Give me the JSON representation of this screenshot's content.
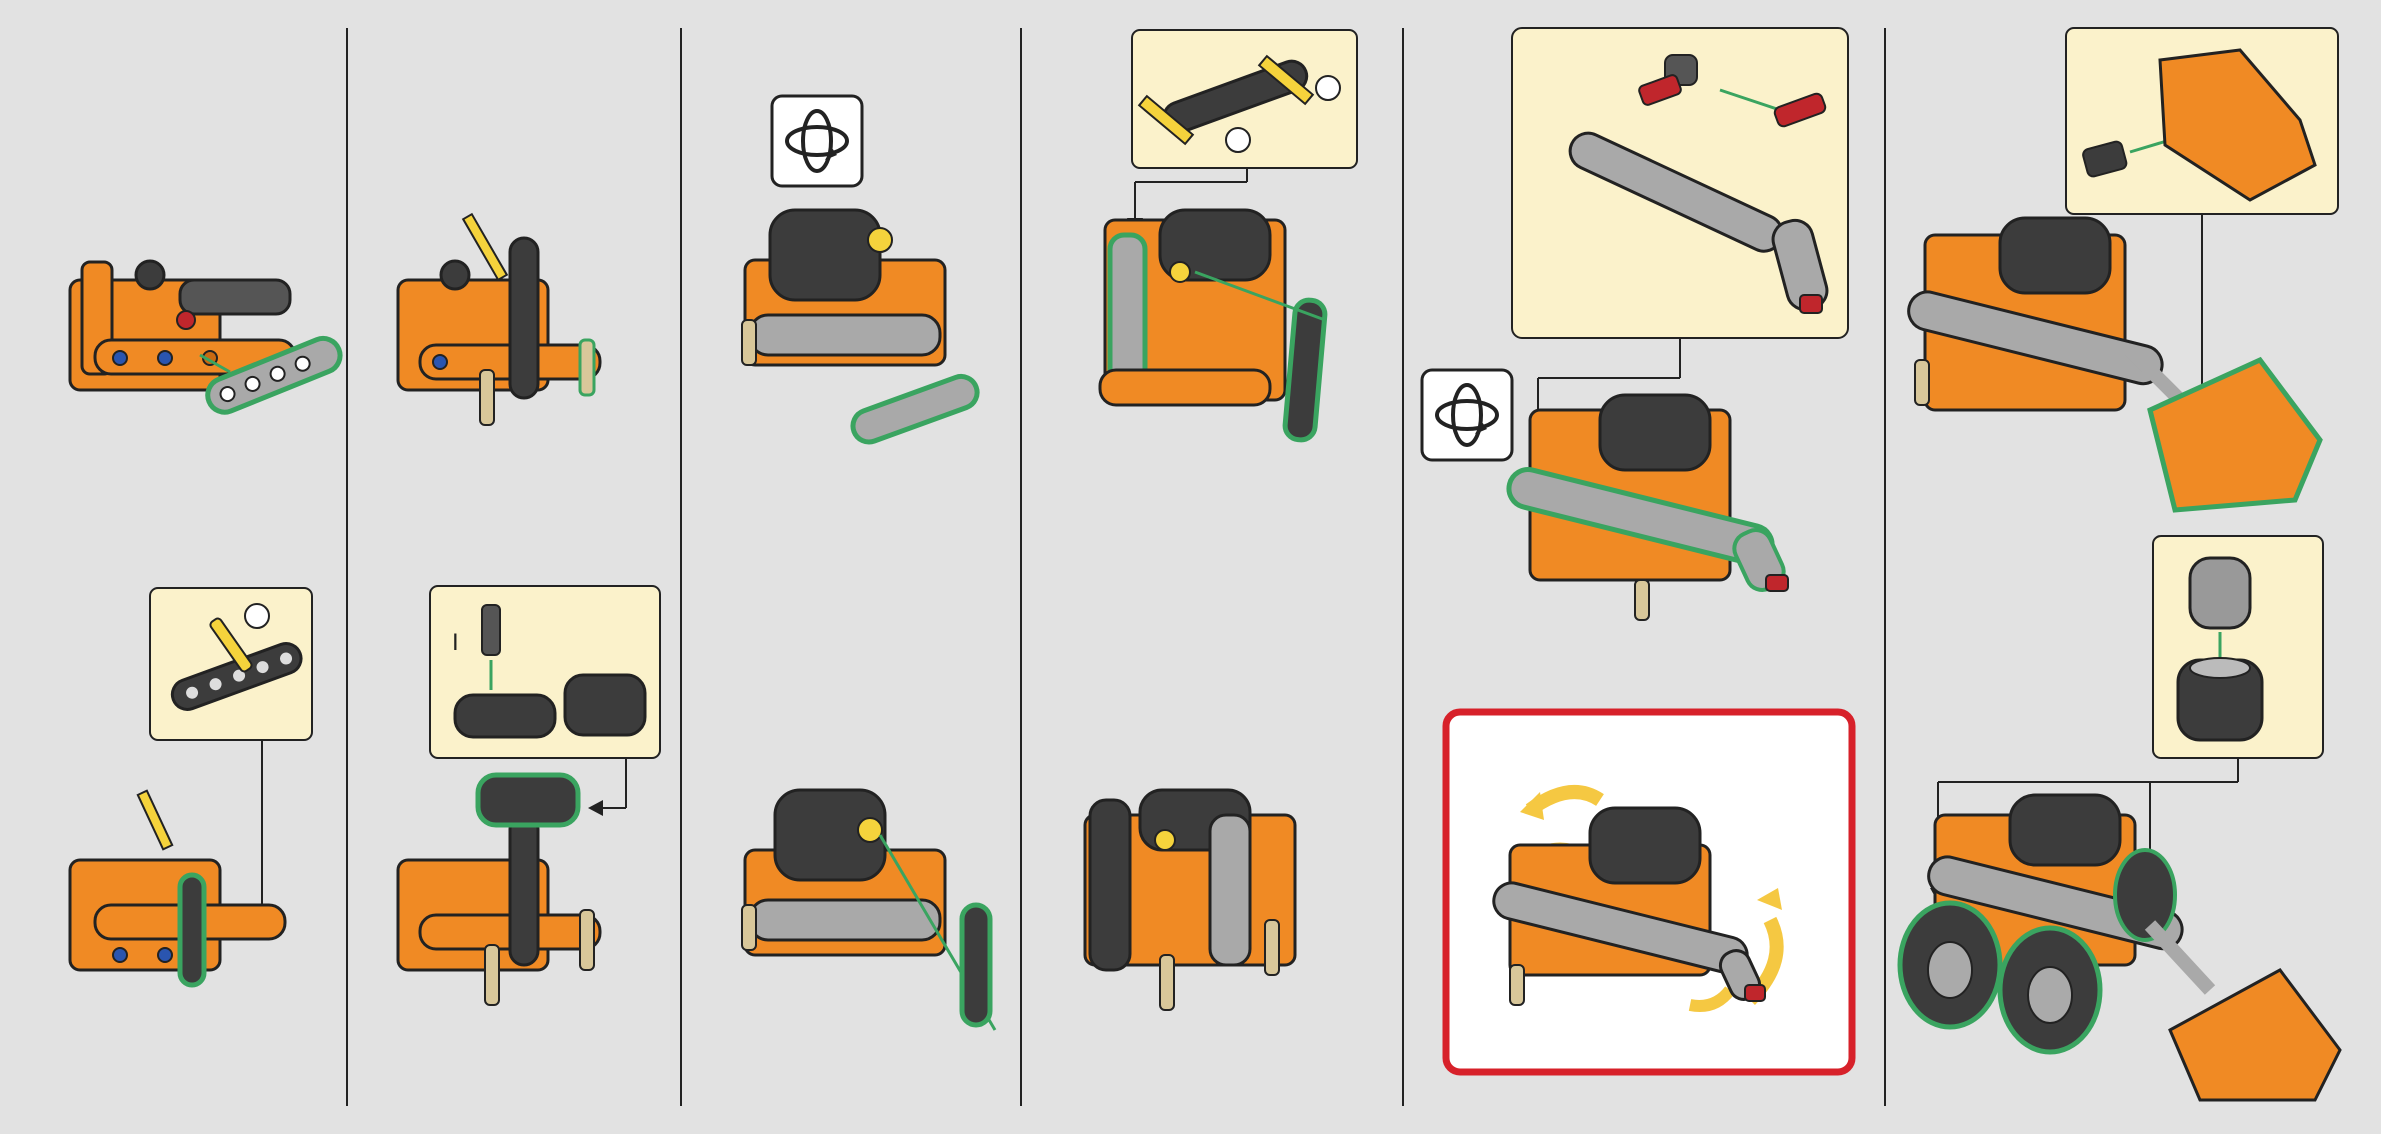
{
  "page": {
    "background": "#e2e2e2"
  },
  "colors": {
    "orange": "#f08a24",
    "orange_dark": "#c96a12",
    "dark_gray": "#3c3c3c",
    "light_gray": "#a9a9a9",
    "yellow": "#f5d33c",
    "tan": "#d8c79a",
    "red": "#c0262c",
    "blue": "#2a55b0",
    "green": "#3aa460",
    "callout_bg": "#fbf2cb",
    "alert_border": "#d7212a"
  },
  "callout_texts": {
    "pin_step": "I"
  },
  "steps": [
    {
      "id": "col1-top",
      "parts": [
        "orange-frame",
        "beam-5"
      ]
    },
    {
      "id": "col1-bottom",
      "parts": [
        "beam-5",
        "axle-yellow"
      ]
    },
    {
      "id": "col2-top",
      "parts": [
        "beam-7",
        "axle-yellow"
      ]
    },
    {
      "id": "col2-bottom",
      "parts": [
        "pin",
        "beam-3",
        "beam-3"
      ]
    },
    {
      "id": "col3-top",
      "parts": [
        "beam-5"
      ],
      "icon": "rotate-icon"
    },
    {
      "id": "col3-bottom",
      "parts": [
        "beam-7"
      ]
    },
    {
      "id": "col4-top",
      "parts": [
        "beam-5",
        "axle-yellow",
        "beam-7"
      ]
    },
    {
      "id": "col4-bottom",
      "parts": []
    },
    {
      "id": "col5-top",
      "parts": [
        "angle-connector",
        "pin-red",
        "bent-arm"
      ],
      "icon": "rotate-icon"
    },
    {
      "id": "col5-bottom",
      "parts": [],
      "note": "movement-check"
    },
    {
      "id": "col6-top",
      "parts": [
        "bucket",
        "pin-connector"
      ]
    },
    {
      "id": "col6-bottom",
      "parts": [
        "tire",
        "rim"
      ]
    }
  ]
}
